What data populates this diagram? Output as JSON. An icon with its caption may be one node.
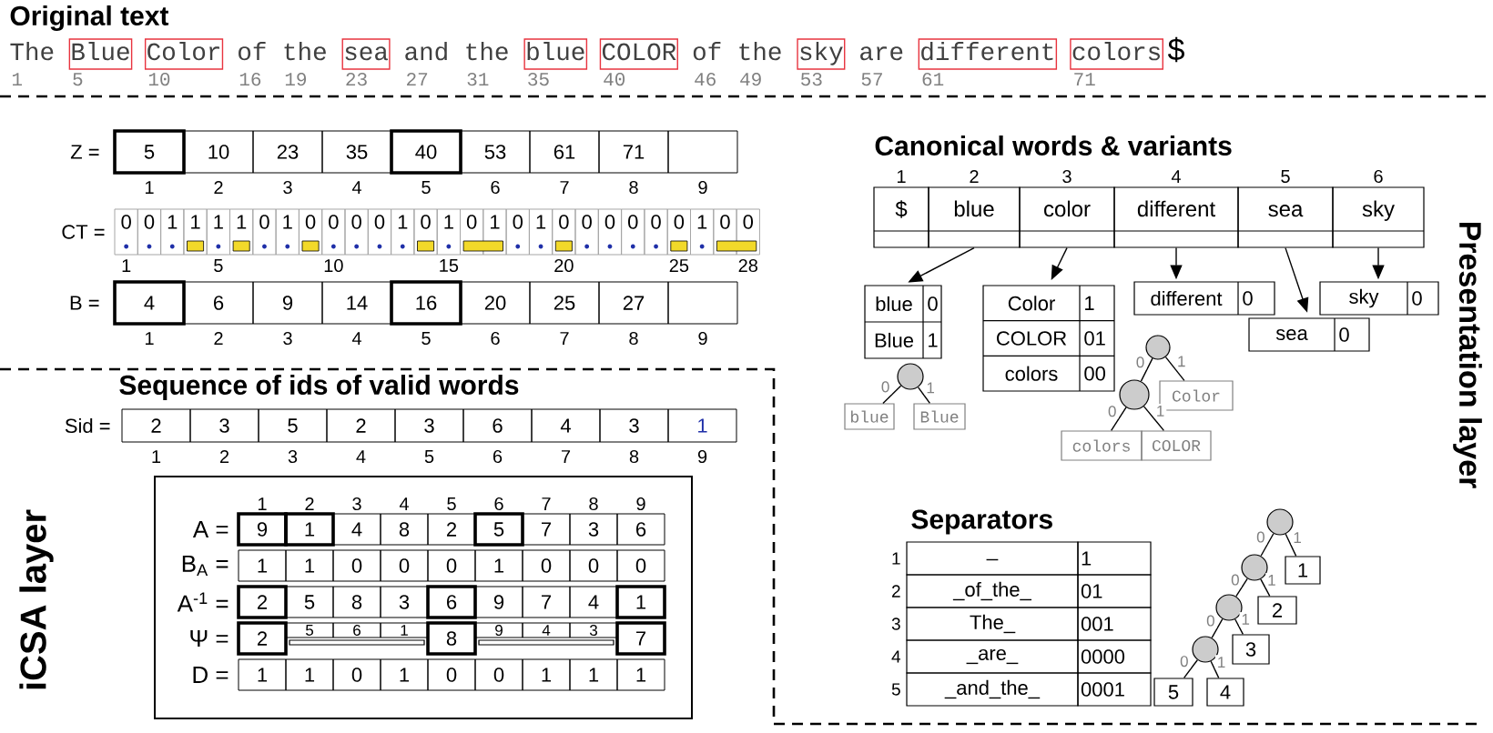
{
  "diagram": {
    "nodes": [
      {
        "text": [
          "$"
        ],
        "beside": [
          "1"
        ]
      },
      {
        "text": [
          "blue"
        ],
        "beside": [
          "2"
        ]
      },
      {
        "text": [
          "color"
        ],
        "beside": [
          "3"
        ]
      },
      {
        "text": [
          "different"
        ],
        "beside": [
          "4"
        ]
      },
      {
        "text": [
          "sea"
        ],
        "beside": [
          "5"
        ]
      },
      {
        "text": [
          "sky"
        ],
        "beside": [
          "6"
        ]
      },
      {
        "text": [
          "blue",
          "0",
          "Blue",
          "1"
        ]
      },
      {
        "text": [
          "Color",
          "1",
          "COLOR",
          "01",
          "colors",
          "00"
        ]
      },
      {
        "text": [
          "different",
          "0"
        ]
      },
      {
        "text": [
          "sea",
          "0"
        ]
      },
      {
        "text": [
          "sky",
          "0"
        ]
      },
      {
        "text": [],
        "shape": "circle"
      },
      {
        "text": [
          "blue"
        ]
      },
      {
        "text": [
          "Blue"
        ]
      },
      {
        "text": [],
        "shape": "circle"
      },
      {
        "text": [
          "Color"
        ]
      },
      {
        "text": [],
        "shape": "circle"
      },
      {
        "text": [
          "colors"
        ]
      },
      {
        "text": [
          "COLOR"
        ]
      },
      {
        "text": [],
        "shape": "circle"
      },
      {
        "text": [
          "1"
        ]
      },
      {
        "text": [],
        "shape": "circle"
      },
      {
        "text": [
          "2"
        ]
      },
      {
        "text": [],
        "shape": "circle"
      },
      {
        "text": [
          "3"
        ]
      },
      {
        "text": [],
        "shape": "circle"
      },
      {
        "text": [
          "5"
        ]
      },
      {
        "text": [
          "4"
        ]
      }
    ],
    "edges": [
      {
        "from": 1,
        "to": 6,
        "arrow": "to"
      },
      {
        "from": 2,
        "to": 7,
        "arrow": "to"
      },
      {
        "from": 3,
        "to": 8,
        "arrow": "to"
      },
      {
        "from": 4,
        "to": 9,
        "arrow": "to"
      },
      {
        "from": 5,
        "to": 10,
        "arrow": "to"
      },
      {
        "from": 11,
        "to": 12,
        "arrow": "none",
        "label": "0"
      },
      {
        "from": 11,
        "to": 13,
        "arrow": "none",
        "label": "1"
      },
      {
        "from": 14,
        "to": 16,
        "arrow": "none",
        "label": "0"
      },
      {
        "from": 14,
        "to": 15,
        "arrow": "none",
        "label": "1"
      },
      {
        "from": 16,
        "to": 17,
        "arrow": "none",
        "label": "0"
      },
      {
        "from": 16,
        "to": 18,
        "arrow": "none",
        "label": "1"
      },
      {
        "from": 19,
        "to": 21,
        "arrow": "none",
        "label": "0"
      },
      {
        "from": 19,
        "to": 20,
        "arrow": "none",
        "label": "1"
      },
      {
        "from": 21,
        "to": 23,
        "arrow": "none",
        "label": "0"
      },
      {
        "from": 21,
        "to": 22,
        "arrow": "none",
        "label": "1"
      },
      {
        "from": 23,
        "to": 25,
        "arrow": "none",
        "label": "0"
      },
      {
        "from": 23,
        "to": 24,
        "arrow": "none",
        "label": "1"
      },
      {
        "from": 25,
        "to": 26,
        "arrow": "none",
        "label": "0"
      },
      {
        "from": 25,
        "to": 27,
        "arrow": "none",
        "label": "1"
      }
    ],
    "labels": [
      "Original text",
      "The",
      "Blue",
      "Color",
      "of the",
      "sea",
      "and the",
      "blue",
      "COLOR",
      "of the",
      "sky",
      "are",
      "different",
      "colors",
      "$",
      "1",
      "5",
      "10",
      "16",
      "19",
      "23",
      "27",
      "31",
      "35",
      "40",
      "46",
      "49",
      "53",
      "57",
      "61",
      "71",
      "Z =",
      "5",
      "10",
      "23",
      "35",
      "40",
      "53",
      "61",
      "71",
      "1",
      "2",
      "3",
      "4",
      "5",
      "6",
      "7",
      "8",
      "9",
      "CT =",
      "0",
      "0",
      "1",
      "1",
      "1",
      "1",
      "0",
      "1",
      "0",
      "0",
      "0",
      "0",
      "1",
      "0",
      "1",
      "0",
      "1",
      "0",
      "1",
      "0",
      "0",
      "0",
      "0",
      "0",
      "0",
      "1",
      "0",
      "0",
      "1",
      "5",
      "10",
      "15",
      "20",
      "25",
      "28",
      "B =",
      "4",
      "6",
      "9",
      "14",
      "16",
      "20",
      "25",
      "27",
      "1",
      "2",
      "3",
      "4",
      "5",
      "6",
      "7",
      "8",
      "9",
      "Canonical words & variants",
      "Presentation layer",
      "Sequence of ids of valid words",
      "Sid =",
      "2",
      "3",
      "5",
      "2",
      "3",
      "6",
      "4",
      "3",
      "1",
      "1",
      "2",
      "3",
      "4",
      "5",
      "6",
      "7",
      "8",
      "9",
      "iCSA layer",
      "1",
      "2",
      "3",
      "4",
      "5",
      "6",
      "7",
      "8",
      "9",
      "A =",
      "9",
      "1",
      "4",
      "8",
      "2",
      "5",
      "7",
      "3",
      "6",
      "B$_{A}$ =",
      "1",
      "1",
      "0",
      "0",
      "0",
      "1",
      "0",
      "0",
      "0",
      "A$^{-1}$ =",
      "2",
      "5",
      "8",
      "3",
      "6",
      "9",
      "7",
      "4",
      "1",
      "Ψ =",
      "2",
      "5",
      "6",
      "1",
      "8",
      "9",
      "4",
      "3",
      "7",
      "D =",
      "1",
      "1",
      "0",
      "1",
      "0",
      "0",
      "1",
      "1",
      "1",
      "Separators",
      "1",
      "_",
      "1",
      "2",
      "_of_the_",
      "01",
      "3",
      "The_",
      "001",
      "4",
      "_are_",
      "0000",
      "5",
      "_and_the_",
      "0001"
    ]
  }
}
